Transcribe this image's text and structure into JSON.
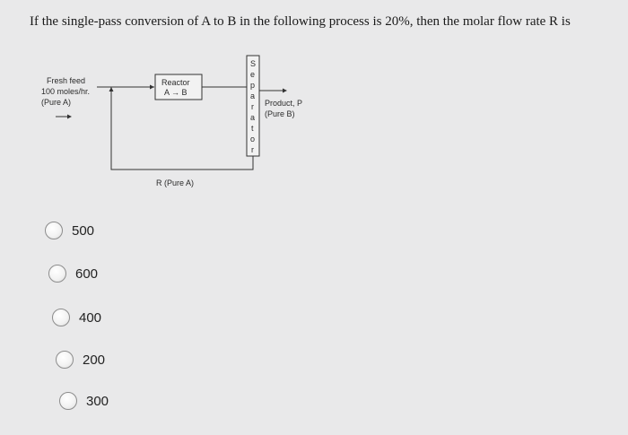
{
  "question": {
    "text": "If the single-pass conversion of A to B in the following process is 20%, then the molar flow rate R is"
  },
  "diagram": {
    "fresh_feed": [
      "Fresh feed",
      "100 moles/hr.",
      "(Pure A)"
    ],
    "reactor": [
      "Reactor",
      "A → B"
    ],
    "separator_letters": [
      "S",
      "e",
      "p",
      "a",
      "r",
      "a",
      "t",
      "o",
      "r"
    ],
    "product": [
      "Product, P",
      "(Pure B)"
    ],
    "recycle": "R (Pure A)"
  },
  "options": [
    {
      "label": "500",
      "selected": false
    },
    {
      "label": "600",
      "selected": false
    },
    {
      "label": "400",
      "selected": false
    },
    {
      "label": "200",
      "selected": false
    },
    {
      "label": "300",
      "selected": false
    }
  ]
}
